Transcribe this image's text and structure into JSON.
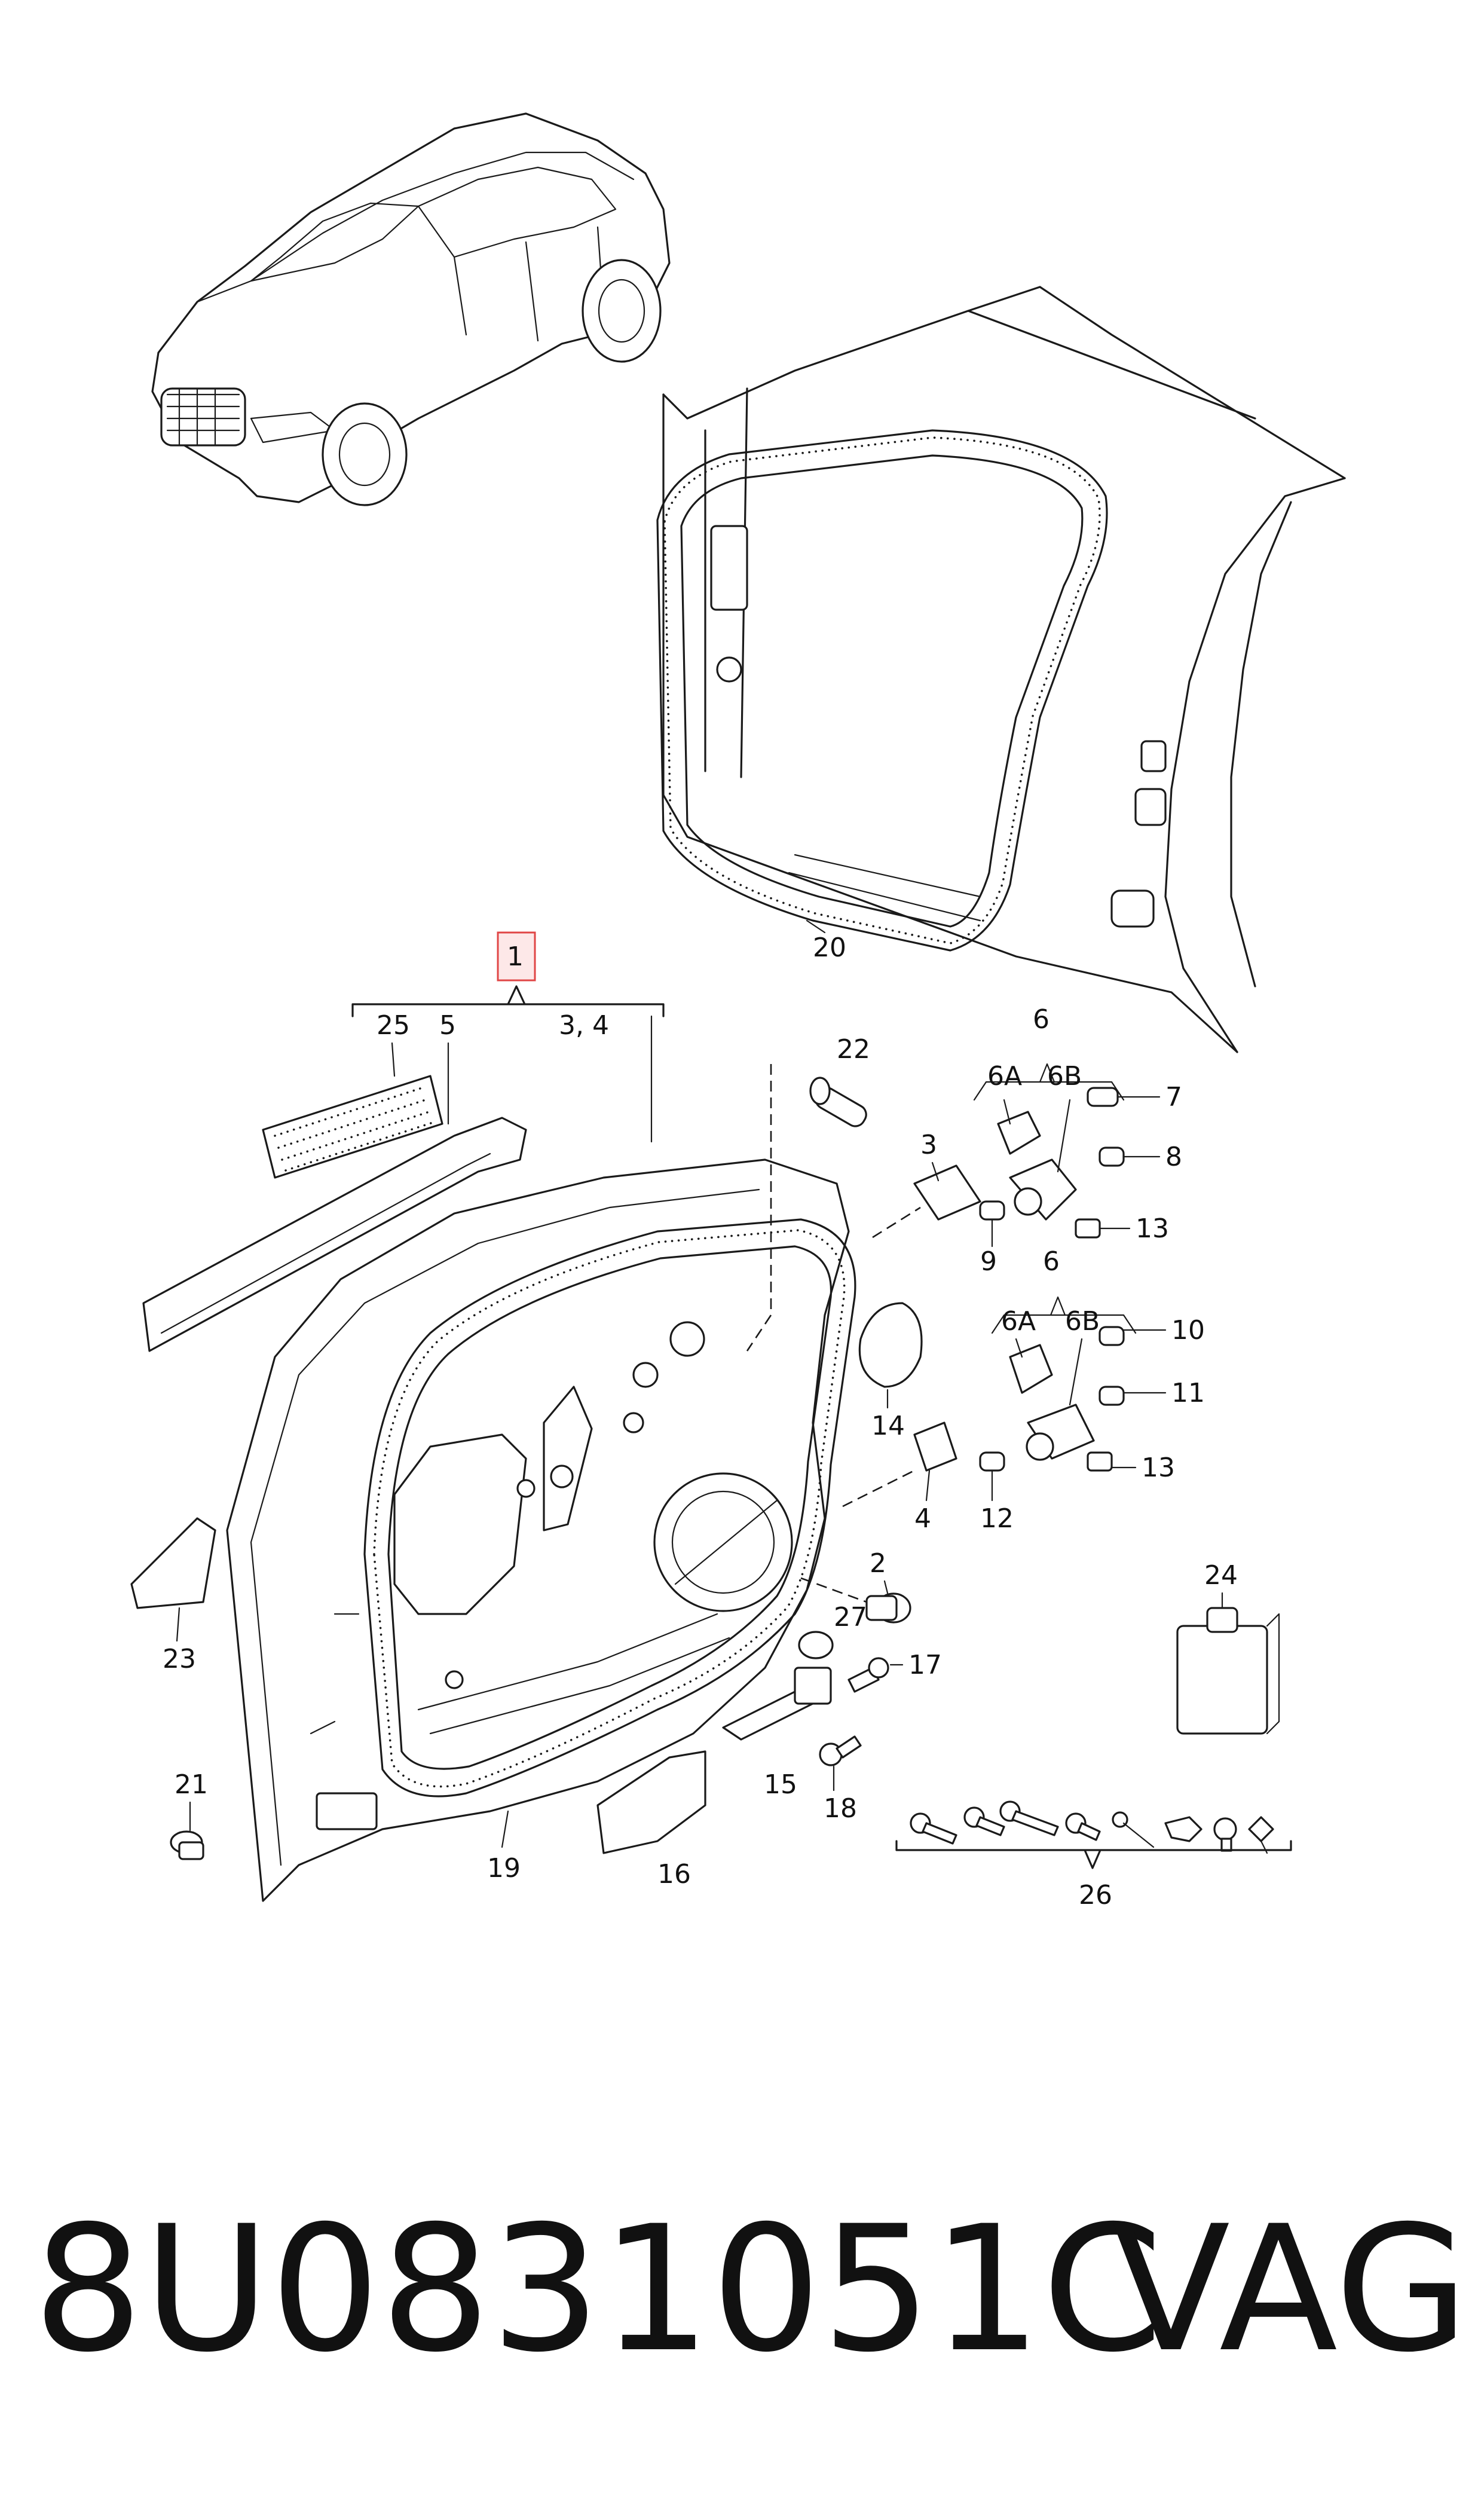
{
  "highlight_color": "#e04646",
  "callouts": {
    "c1": "1",
    "c2": "2",
    "c3": "3",
    "c3_4": "3, 4",
    "c4": "4",
    "c5": "5",
    "c6a": "6",
    "c6A_a": "6A",
    "c6B_a": "6B",
    "c6b": "6",
    "c6A_b": "6A",
    "c6B_b": "6B",
    "c7": "7",
    "c8": "8",
    "c9": "9",
    "c10": "10",
    "c11": "11",
    "c12": "12",
    "c13a": "13",
    "c13b": "13",
    "c14": "14",
    "c15": "15",
    "c16": "16",
    "c17": "17",
    "c18": "18",
    "c19": "19",
    "c20": "20",
    "c21": "21",
    "c22": "22",
    "c23": "23",
    "c24": "24",
    "c25": "25",
    "c26": "26",
    "c27": "27"
  },
  "footer": {
    "part_number": "8U0831051C",
    "brand": "VAG"
  },
  "icons": [
    "car-overview-icon",
    "door-frame-icon",
    "door-panel-icon",
    "hinge-icon",
    "bottle-icon",
    "fastener-set-icon"
  ]
}
